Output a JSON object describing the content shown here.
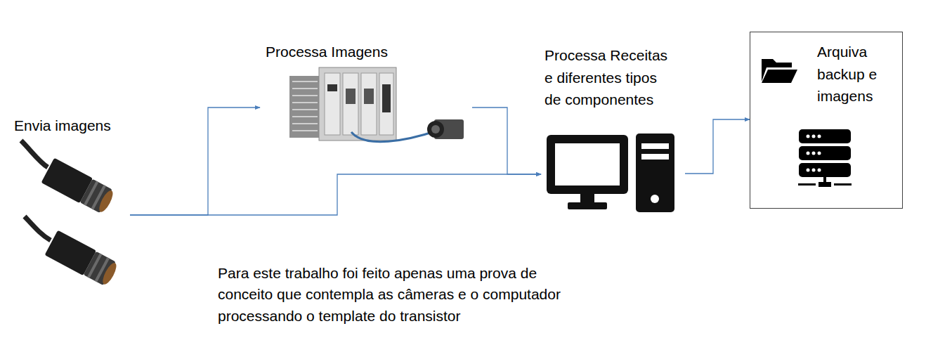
{
  "diagram": {
    "nodes": [
      {
        "text": [
          "Envia imagens"
        ]
      },
      {
        "text": [
          "Processa Imagens"
        ]
      },
      {
        "text": [
          "Processa Receitas e diferentes tipos de componentes"
        ]
      },
      {
        "text": [
          "Arquiva backup e imagens"
        ]
      }
    ],
    "edges": [
      {
        "from": 0,
        "to": 1,
        "arrow": "to"
      },
      {
        "from": 0,
        "to": 2,
        "arrow": "to"
      },
      {
        "from": 1,
        "to": 2,
        "arrow": "to"
      },
      {
        "from": 2,
        "to": 3,
        "arrow": "to"
      }
    ],
    "labels": [
      "Para este trabalho foi feito apenas uma prova de conceito que contempla as câmeras e o computador processando o template do transistor"
    ]
  }
}
